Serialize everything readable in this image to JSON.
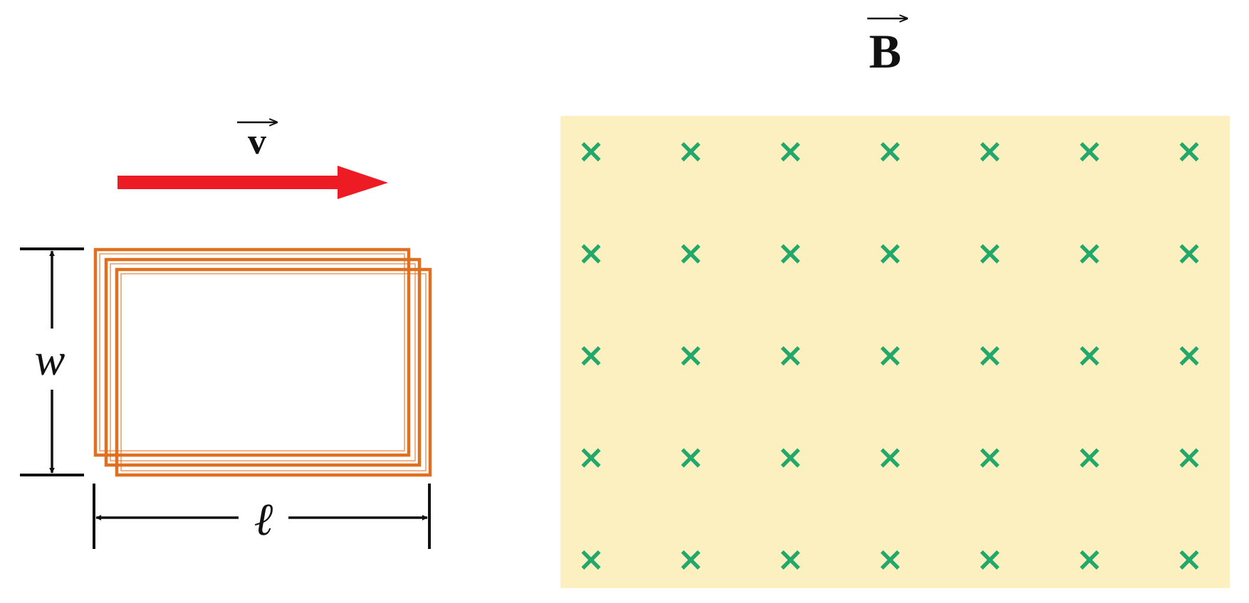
{
  "labels": {
    "velocity": "v",
    "field": "B",
    "width": "w",
    "length": "ℓ"
  },
  "field": {
    "rows": 5,
    "cols": 7,
    "symbol": "×"
  },
  "colors": {
    "velocity_arrow": "#ED1C24",
    "loop": "#E07020",
    "field_region": "#FDF0C0",
    "field_marks": "#22A86A",
    "ink": "#111111"
  },
  "icons": {
    "velocity_arrow": "arrow-right-icon",
    "field_mark": "cross-into-page-icon"
  }
}
